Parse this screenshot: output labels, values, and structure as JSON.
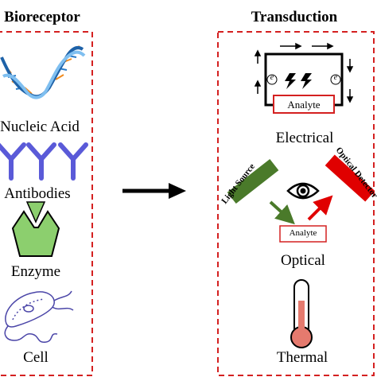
{
  "headings": {
    "left": "Bioreceptor",
    "right": "Transduction"
  },
  "bioreceptors": [
    {
      "label": "Nucleic Acid",
      "icon": "dna-helix-icon"
    },
    {
      "label": "Antibodies",
      "icon": "antibody-icon"
    },
    {
      "label": "Enzyme",
      "icon": "enzyme-icon"
    },
    {
      "label": "Cell",
      "icon": "cell-icon"
    }
  ],
  "transduction": {
    "electrical": {
      "label": "Electrical",
      "box_text": "Analyte",
      "electron_symbol": "e"
    },
    "optical": {
      "label": "Optical",
      "box_text": "Analyte",
      "source_text": "Light Source",
      "detector_text": "Optical Detector",
      "icon": "eye-icon"
    },
    "thermal": {
      "label": "Thermal",
      "icon": "thermometer-icon"
    }
  },
  "colors": {
    "frame": "#d42020",
    "source": "#4a7a2a",
    "detector": "#e00000",
    "antibody": "#5a5ad8",
    "enzyme_green": "#8ccf6e",
    "dna_blue": "#2a7cc8",
    "dna_orange": "#f08a1e"
  }
}
